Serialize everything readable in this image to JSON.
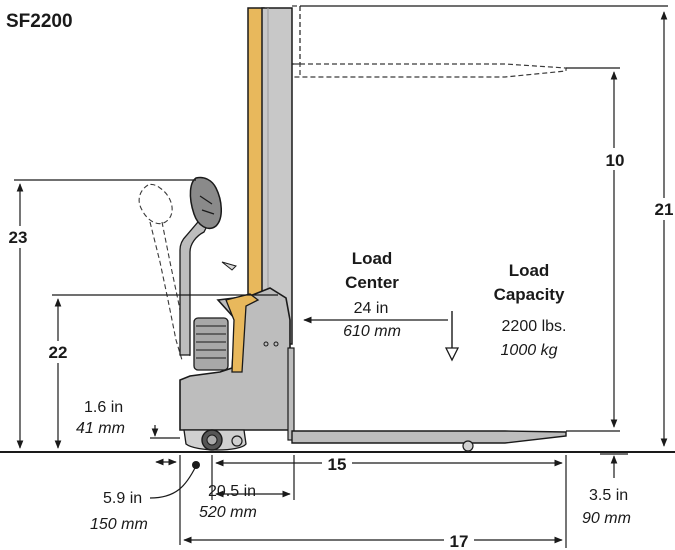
{
  "model": "SF2200",
  "colors": {
    "mast": "#e8b85c",
    "body": "#bdbdbd",
    "body_dark": "#9a9a9a",
    "line": "#1a1a1a",
    "dash": "#3a3a3a"
  },
  "dimensions": {
    "overall_height": "21",
    "lift_height": "10",
    "handle_height": "23",
    "platform_height": "22",
    "fork_length": "15",
    "overall_length": "17",
    "ground_clearance": {
      "imperial": "1.6 in",
      "metric": "41 mm"
    },
    "wheel_offset": {
      "imperial": "5.9 in",
      "metric": "150 mm"
    },
    "wheelbase": {
      "imperial": "20.5 in",
      "metric": "520 mm"
    },
    "fork_height": {
      "imperial": "3.5 in",
      "metric": "90 mm"
    }
  },
  "load_center": {
    "title_line1": "Load",
    "title_line2": "Center",
    "imperial": "24 in",
    "metric": "610 mm"
  },
  "load_capacity": {
    "title_line1": "Load",
    "title_line2": "Capacity",
    "imperial": "2200 lbs.",
    "metric": "1000 kg"
  }
}
